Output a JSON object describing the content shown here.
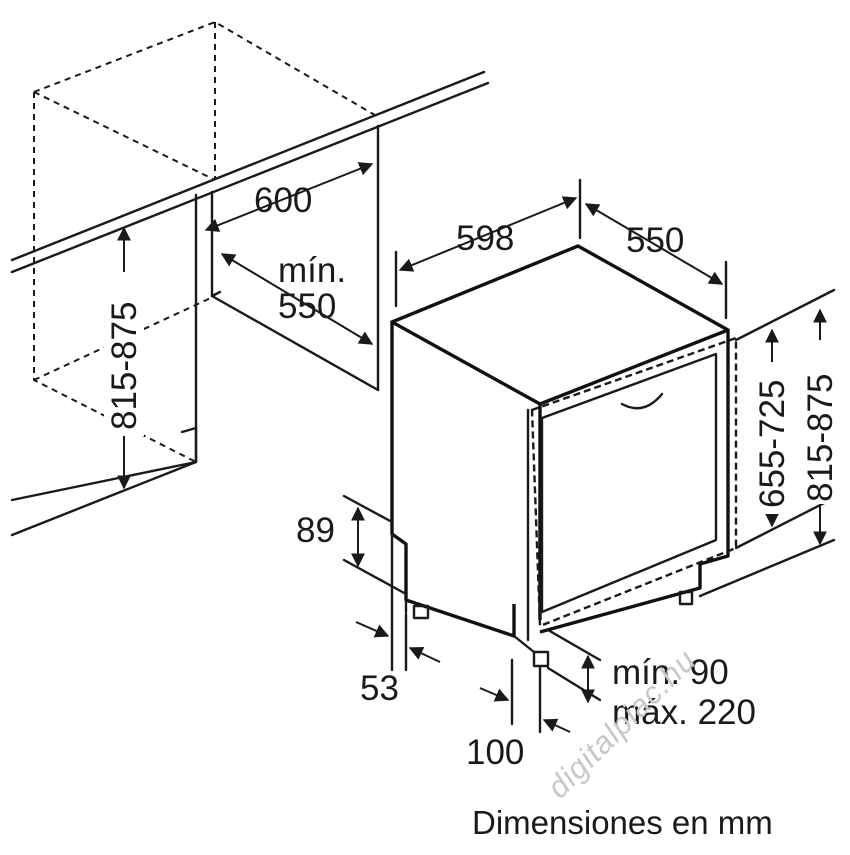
{
  "labels": {
    "cabinet_width": "600",
    "cabinet_min_label": "mín.",
    "cabinet_min_value": "550",
    "niche_height_left": "815-875",
    "appliance_width": "598",
    "appliance_depth": "550",
    "door_height": "655-725",
    "niche_height_right": "815-875",
    "plinth_height": "89",
    "foot_offset": "53",
    "plinth_depth": "100",
    "plinth_min": "mín. 90",
    "plinth_max": "máx. 220",
    "caption": "Dimensiones en mm"
  },
  "watermark": "digitalpiac.hu"
}
